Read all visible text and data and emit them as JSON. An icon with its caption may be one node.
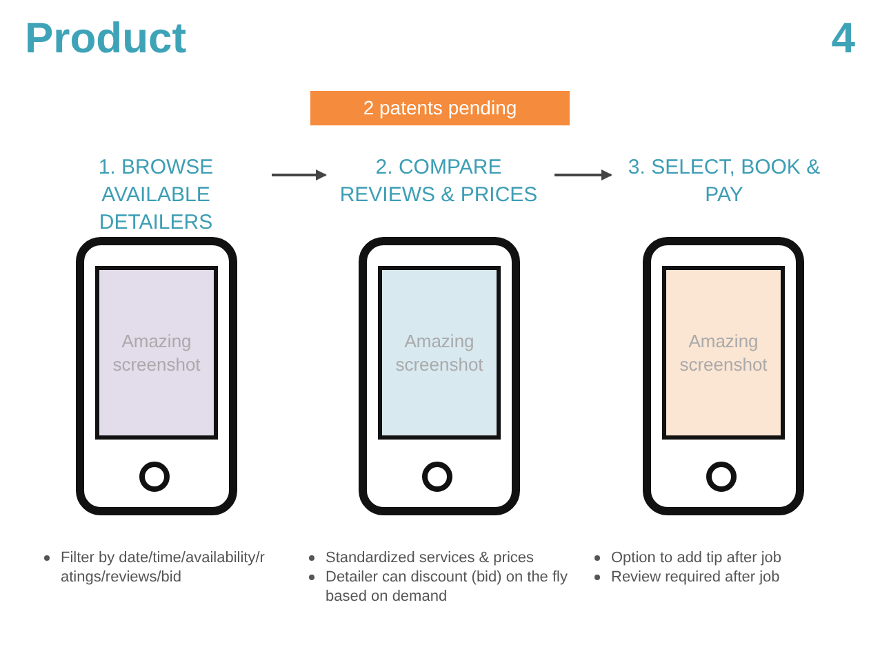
{
  "diagram": {
    "title": "Product",
    "nodes": [
      {
        "text": [
          "1. BROWSE AVAILABLE DETAILERS"
        ]
      },
      {
        "text": [
          "2. COMPARE REVIEWS & PRICES"
        ]
      },
      {
        "text": [
          "3. SELECT, BOOK & PAY"
        ]
      },
      {
        "text": [
          "2 patents pending"
        ]
      },
      {
        "text": [
          "Amazing screenshot"
        ]
      },
      {
        "text": [
          "Amazing screenshot"
        ]
      },
      {
        "text": [
          "Amazing screenshot"
        ]
      }
    ],
    "edges": [
      {
        "from": 0,
        "to": 1,
        "arrow": "to"
      },
      {
        "from": 1,
        "to": 2,
        "arrow": "to"
      }
    ],
    "labels": [
      "4",
      "Filter by date/time/availability/ratings/reviews/bid",
      "Standardized services & prices",
      "Detailer can discount (bid) on the fly based on demand",
      "Option to add tip after job",
      "Review required after job"
    ]
  }
}
